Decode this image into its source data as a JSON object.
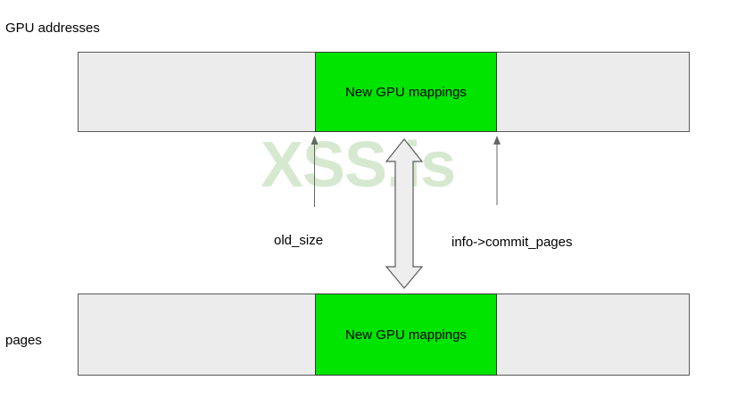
{
  "diagram": {
    "top_axis_label": "GPU addresses",
    "bottom_axis_label": "pages",
    "top_bar": {
      "segment_label": "New GPU mappings"
    },
    "bottom_bar": {
      "segment_label": "New GPU mappings"
    },
    "annotations": {
      "old_size": "old_size",
      "commit_pages": "info->commit_pages"
    },
    "watermark": "XSS.is"
  },
  "colors": {
    "bar_fill": "#ececec",
    "bar_border": "#595959",
    "highlight_green": "#00e400",
    "segment_border": "#3a3a3a",
    "arrow_fill": "#eeeeee",
    "arrow_stroke": "#5a5a5a",
    "thin_arrow": "#666666",
    "watermark": "#d6e9d0",
    "text": "#000000"
  }
}
